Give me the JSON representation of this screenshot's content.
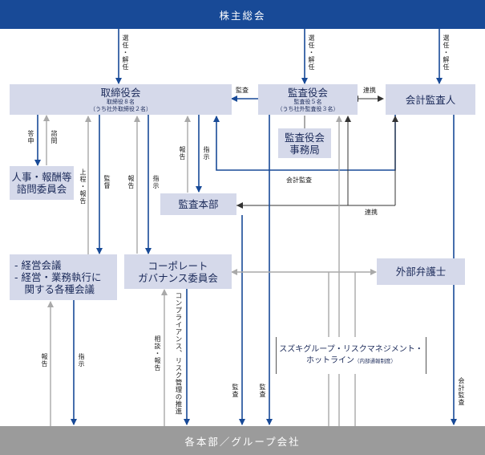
{
  "header": {
    "title": "株主総会"
  },
  "footer": {
    "title": "各本部／グループ会社"
  },
  "boxes": {
    "board": {
      "title": "取締役会",
      "line1": "取締役８名",
      "line2": "（うち社外取締役２名）"
    },
    "audit_board": {
      "title": "監査役会",
      "line1": "監査役５名",
      "line2": "（うち社外監査役３名）"
    },
    "accounting_auditor": {
      "title": "会計監査人"
    },
    "audit_office": {
      "line1": "監査役会",
      "line2": "事務局"
    },
    "nomination_committee": {
      "line1": "人事・報酬等",
      "line2": "諮問委員会"
    },
    "audit_division": {
      "title": "監査本部"
    },
    "management_meetings": {
      "line1": "- 経営会議",
      "line2": "- 経営・業務執行に",
      "line3": "　関する各種会議"
    },
    "governance_committee": {
      "line1": "コーポレート",
      "line2": "ガバナンス委員会"
    },
    "external_lawyer": {
      "title": "外部弁護士"
    },
    "hotline": {
      "line1": "スズキグループ・リスクマネジメント・",
      "line2": "ホットライン",
      "note": "（内部通報制度）"
    }
  },
  "labels": {
    "elect_dismiss_board": "選任・解任",
    "elect_dismiss_audit": "選任・解任",
    "elect_dismiss_accounting": "選任・解任",
    "audit_board_to_board": "監査",
    "cooperation_top": "連携",
    "reply": "答申",
    "consult": "諮問",
    "report_up_nomination": "上程・報告",
    "supervise": "監督",
    "report_governance": "報告",
    "instruct_governance": "指示",
    "report_audit_div": "報告",
    "instruct_audit_div": "指示",
    "accounting_audit_mid": "会計監査",
    "cooperation_mid": "連携",
    "report_meetings": "報告",
    "instruct_meetings": "指示",
    "consult_report": "相談・報告",
    "compliance": "コンプライアンス、リスク管理の推進",
    "audit_division_down": "監査",
    "audit_board_down": "監査",
    "accounting_audit_down": "会計監査"
  },
  "colors": {
    "navy": "#184a97",
    "box": "#d5d9ea",
    "gray_line": "#a9a9a9",
    "black_line": "#333333",
    "band_gray": "#9b9b9b"
  }
}
